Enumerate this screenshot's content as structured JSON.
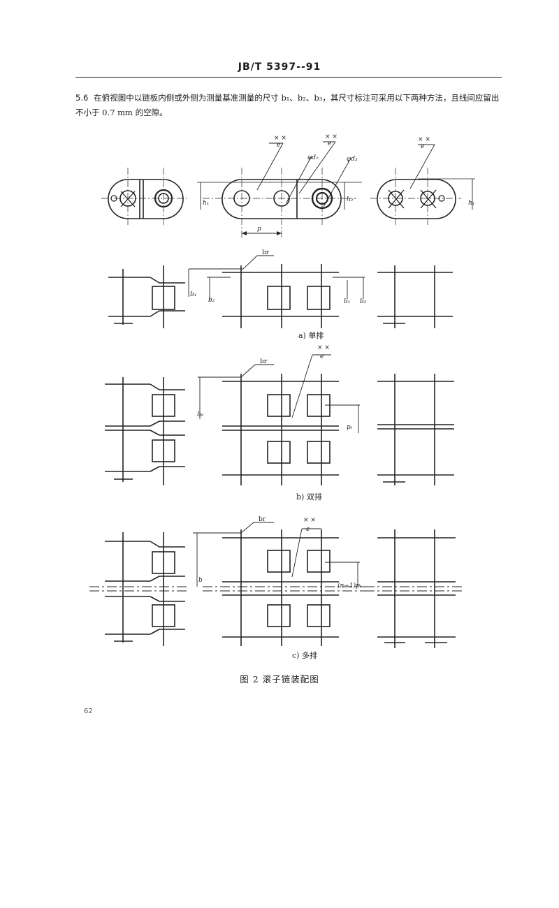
{
  "header": {
    "doc_id": "JB/T 5397--91"
  },
  "paragraph": {
    "number": "5.6",
    "text": "在俯视图中以链板内侧或外侧为测量基准测量的尺寸 b₁、b₂、b₃，其尺寸标注可采用以下两种方法，且线间应留出不小于 0.7 mm 的空隙。"
  },
  "figure": {
    "caption": "图 2   滚子链装配图",
    "top_view_labels": {
      "xx": "× ×",
      "e": "e",
      "h1": "h₁",
      "h2": "h₂",
      "p": "p",
      "d2": "φd₂",
      "d3": "φd₃"
    },
    "section_labels": {
      "br": "br",
      "b1": "b₁",
      "b2": "b₂",
      "b6": "b₆",
      "b": "b",
      "pt": "pₜ",
      "n1pt": "(n−1)pₜ"
    },
    "subcaptions": {
      "a": "a) 单排",
      "b": "b) 双排",
      "c": "c) 多排"
    }
  },
  "footer": {
    "page_number": "62"
  }
}
